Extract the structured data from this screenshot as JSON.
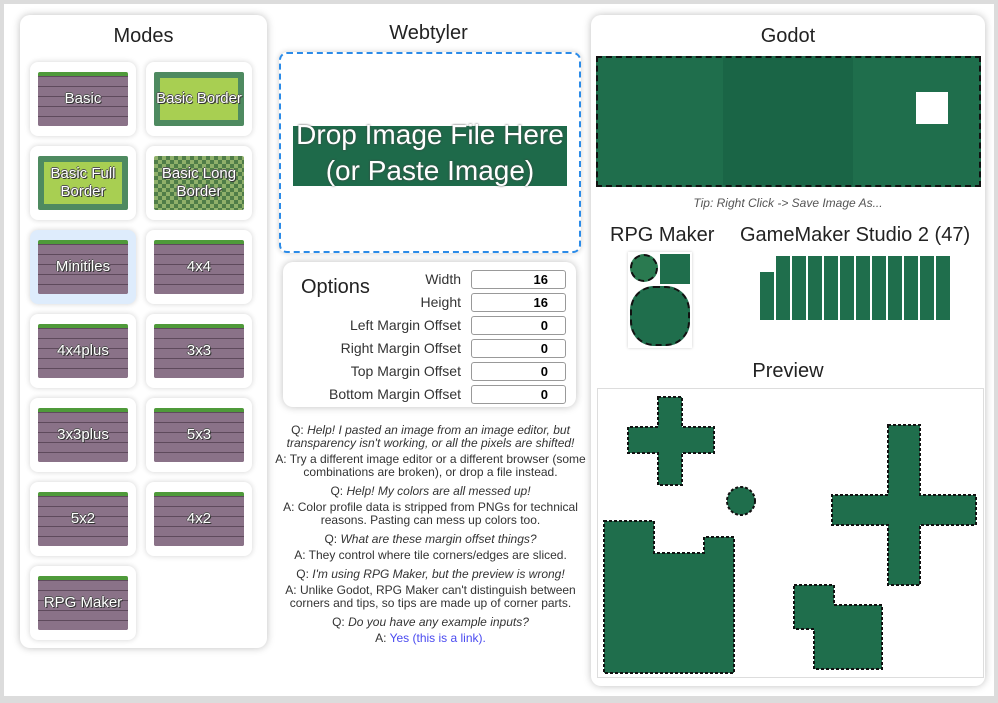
{
  "modes": {
    "title": "Modes",
    "items": [
      {
        "label": "Basic",
        "art": "stone",
        "selected": false
      },
      {
        "label": "Basic Border",
        "art": "grass",
        "selected": false
      },
      {
        "label": "Basic Full Border",
        "art": "grass",
        "selected": false
      },
      {
        "label": "Basic Long Border",
        "art": "tree",
        "selected": false
      },
      {
        "label": "Minitiles",
        "art": "stone",
        "selected": true
      },
      {
        "label": "4x4",
        "art": "stone",
        "selected": false
      },
      {
        "label": "4x4plus",
        "art": "stone",
        "selected": false
      },
      {
        "label": "3x3",
        "art": "stone",
        "selected": false
      },
      {
        "label": "3x3plus",
        "art": "stone",
        "selected": false
      },
      {
        "label": "5x3",
        "art": "stone",
        "selected": false
      },
      {
        "label": "5x2",
        "art": "stone",
        "selected": false
      },
      {
        "label": "4x2",
        "art": "stone",
        "selected": false
      },
      {
        "label": "RPG Maker",
        "art": "stone",
        "selected": false
      }
    ]
  },
  "webtyler": {
    "title": "Webtyler",
    "drop_text": "Drop Image File Here (or Paste Image)"
  },
  "options": {
    "title": "Options",
    "fields": [
      {
        "label": "Width",
        "value": "16"
      },
      {
        "label": "Height",
        "value": "16"
      },
      {
        "label": "Left Margin Offset",
        "value": "0"
      },
      {
        "label": "Right Margin Offset",
        "value": "0"
      },
      {
        "label": "Top Margin Offset",
        "value": "0"
      },
      {
        "label": "Bottom Margin Offset",
        "value": "0"
      }
    ]
  },
  "faq": [
    {
      "q": "Help! I pasted an image from an image editor, but transparency isn't working, or all the pixels are shifted!",
      "a": "Try a different image editor or a different browser (some combinations are broken), or drop a file instead."
    },
    {
      "q": "Help! My colors are all messed up!",
      "a": "Color profile data is stripped from PNGs for technical reasons. Pasting can mess up colors too."
    },
    {
      "q": "What are these margin offset things?",
      "a": "They control where tile corners/edges are sliced."
    },
    {
      "q": "I'm using RPG Maker, but the preview is wrong!",
      "a": "Unlike Godot, RPG Maker can't distinguish between corners and tips, so tips are made up of corner parts."
    },
    {
      "q": "Do you have any example inputs?",
      "a": "",
      "link": "Yes (this is a link)."
    }
  ],
  "faq_prefix": {
    "q": "Q: ",
    "a": "A: "
  },
  "godot": {
    "title": "Godot",
    "tip": "Tip: Right Click -> Save Image As...",
    "rpg_title": "RPG Maker",
    "gms_title": "GameMaker Studio 2 (47)",
    "preview_title": "Preview"
  },
  "colors": {
    "accent": "#2b8be8",
    "tile_green": "#1f6e4c",
    "link": "#4a4af0",
    "selected": "#deecfc"
  }
}
